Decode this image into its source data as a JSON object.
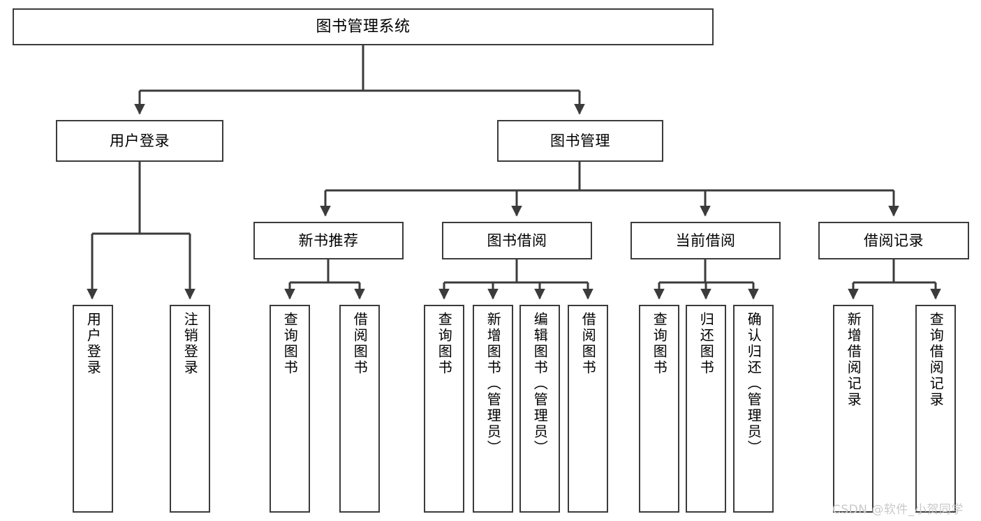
{
  "diagram": {
    "title": "图书管理系统",
    "type": "tree-hierarchy",
    "stroke_color": "#3b3b3b",
    "fill_color": "#ffffff",
    "text_color": "#000000",
    "nodes": {
      "root": {
        "label": "图书管理系统",
        "level": 1
      },
      "user_login": {
        "label": "用户登录",
        "level": 2
      },
      "book_manage": {
        "label": "图书管理",
        "level": 2
      },
      "new_book_rec": {
        "label": "新书推荐",
        "level": 3
      },
      "book_borrow": {
        "label": "图书借阅",
        "level": 3
      },
      "current_borrow": {
        "label": "当前借阅",
        "level": 3
      },
      "borrow_record": {
        "label": "借阅记录",
        "level": 3
      },
      "leaf_user_login": {
        "label": "用户登录",
        "level": 4
      },
      "leaf_logout": {
        "label": "注销登录",
        "level": 4
      },
      "leaf_query_book_1": {
        "label": "查询图书",
        "level": 4
      },
      "leaf_borrow_book_1": {
        "label": "借阅图书",
        "level": 4
      },
      "leaf_query_book_2": {
        "label": "查询图书",
        "level": 4
      },
      "leaf_add_book": {
        "label": "新增图书（管理员）",
        "level": 4
      },
      "leaf_edit_book": {
        "label": "编辑图书（管理员）",
        "level": 4
      },
      "leaf_borrow_book_2": {
        "label": "借阅图书",
        "level": 4
      },
      "leaf_query_book_3": {
        "label": "查询图书",
        "level": 4
      },
      "leaf_return_book": {
        "label": "归还图书",
        "level": 4
      },
      "leaf_confirm_return": {
        "label": "确认归还（管理员）",
        "level": 4
      },
      "leaf_add_record": {
        "label": "新增借阅记录",
        "level": 4
      },
      "leaf_query_record": {
        "label": "查询借阅记录",
        "level": 4
      }
    }
  },
  "watermark": {
    "text": "CSDN @软件_小贺同学"
  }
}
